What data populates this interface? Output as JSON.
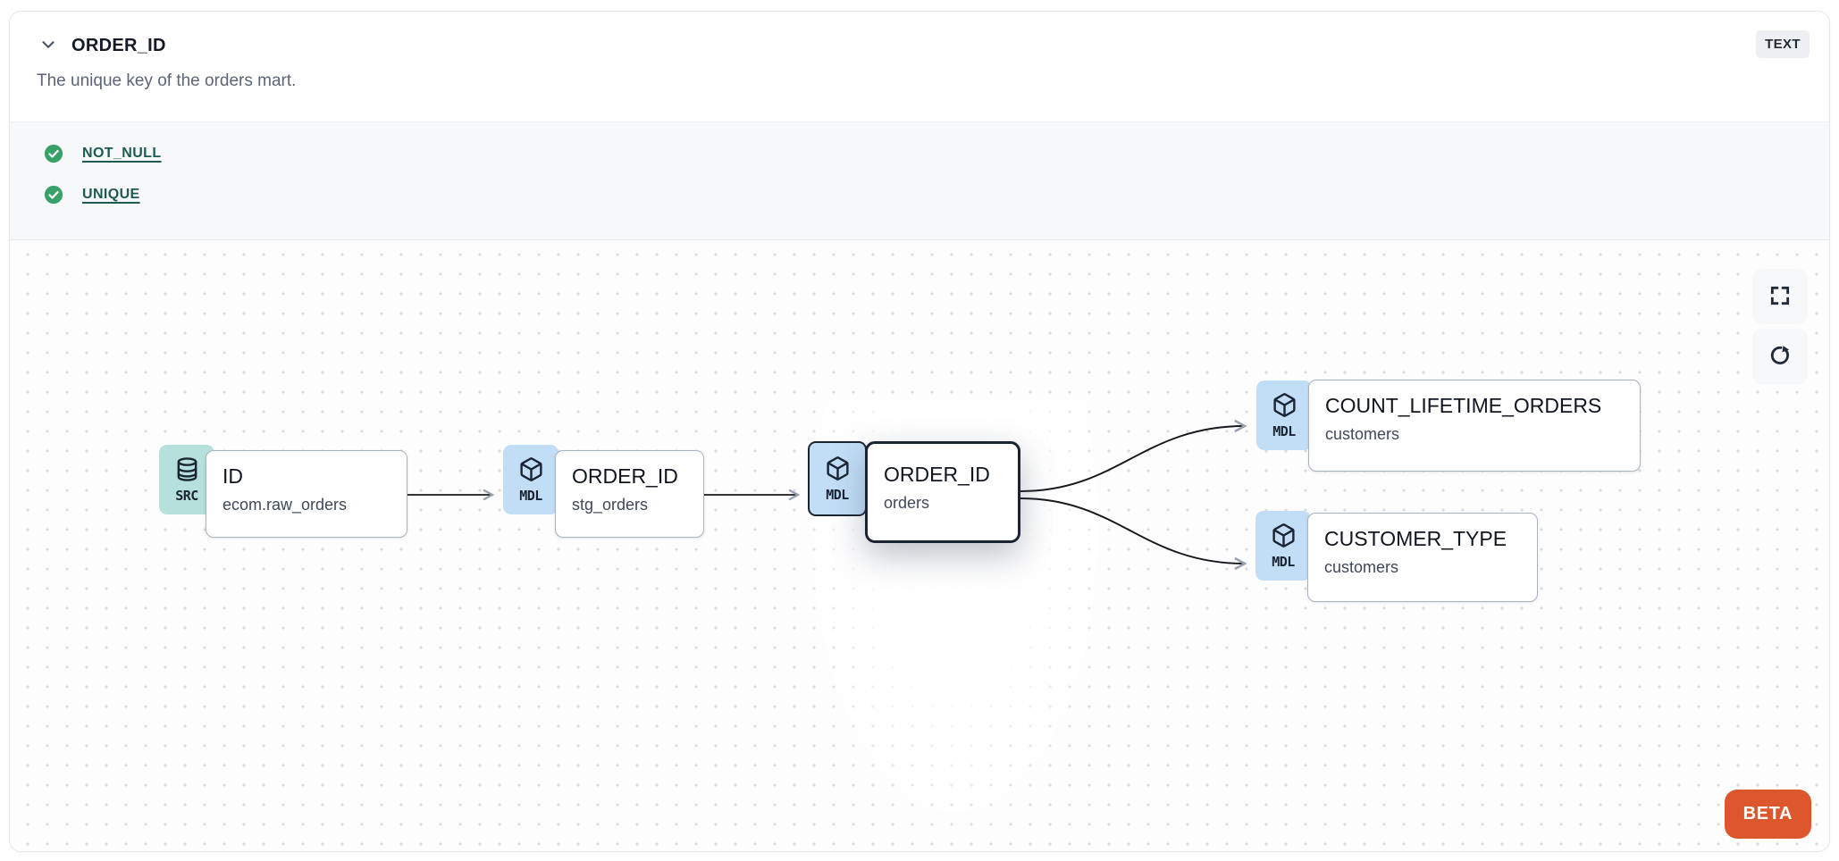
{
  "header": {
    "title": "ORDER_ID",
    "type_badge": "TEXT",
    "description": "The unique key of the orders mart."
  },
  "tests": [
    {
      "label": "NOT_NULL",
      "status": "pass"
    },
    {
      "label": "UNIQUE",
      "status": "pass"
    }
  ],
  "graph": {
    "nodes": [
      {
        "badge": "SRC",
        "icon": "database",
        "title": "ID",
        "subtitle": "ecom.raw_orders",
        "selected": false
      },
      {
        "badge": "MDL",
        "icon": "cube",
        "title": "ORDER_ID",
        "subtitle": "stg_orders",
        "selected": false
      },
      {
        "badge": "MDL",
        "icon": "cube",
        "title": "ORDER_ID",
        "subtitle": "orders",
        "selected": true
      },
      {
        "badge": "MDL",
        "icon": "cube",
        "title": "COUNT_LIFETIME_ORDERS",
        "subtitle": "customers",
        "selected": false
      },
      {
        "badge": "MDL",
        "icon": "cube",
        "title": "CUSTOMER_TYPE",
        "subtitle": "customers",
        "selected": false
      }
    ],
    "edges": [
      {
        "from": "ID (ecom.raw_orders)",
        "to": "ORDER_ID (stg_orders)"
      },
      {
        "from": "ORDER_ID (stg_orders)",
        "to": "ORDER_ID (orders)"
      },
      {
        "from": "ORDER_ID (orders)",
        "to": "COUNT_LIFETIME_ORDERS (customers)"
      },
      {
        "from": "ORDER_ID (orders)",
        "to": "CUSTOMER_TYPE (customers)"
      }
    ],
    "beta_label": "BETA"
  },
  "colors": {
    "accent_orange": "#dd572c",
    "badge_teal": "#b5e0db",
    "badge_blue": "#c2def7",
    "check_green": "#38a169",
    "test_link_teal": "#1d5a52",
    "node_border": "#a9b2bf",
    "selected_border": "#1c2434",
    "edge": "#16181d"
  }
}
